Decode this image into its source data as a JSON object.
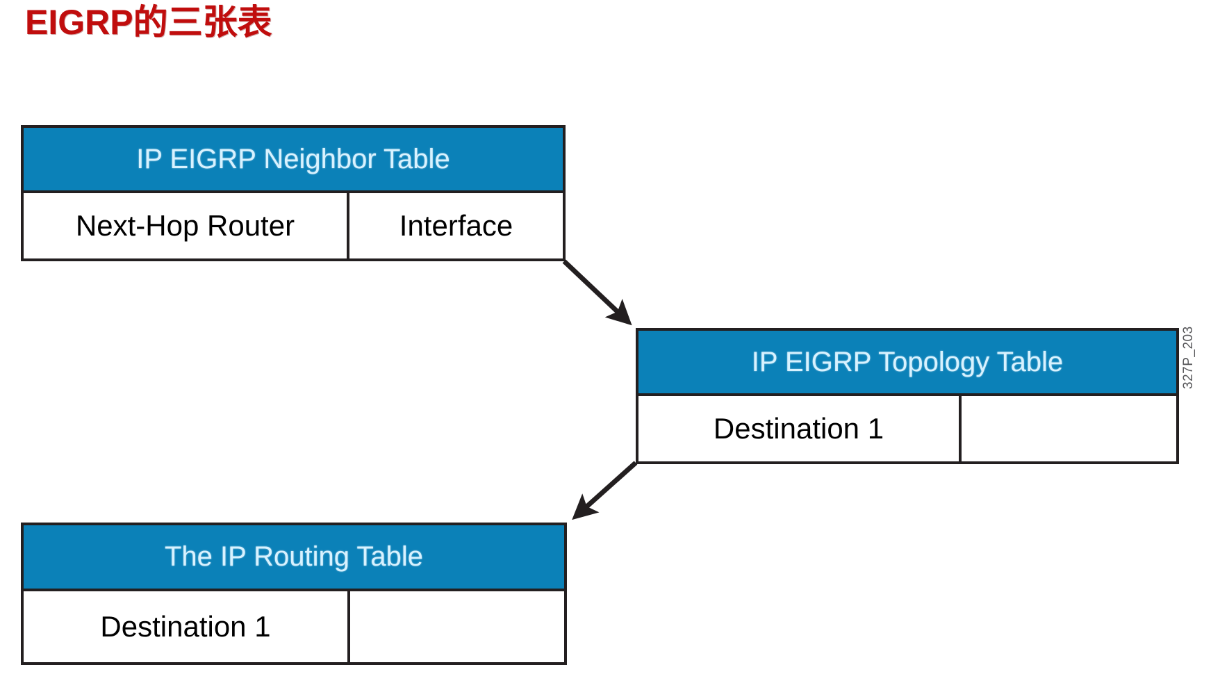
{
  "slide": {
    "title": "EIGRP的三张表",
    "title_color": "#c00d0d",
    "background": "#ffffff",
    "figure_id": "327P_203"
  },
  "theme": {
    "header_fill": "#0b81b8",
    "header_text": "#d8f2ff",
    "border": "#231f20",
    "cell_text": "#000000",
    "arrow": "#231f20"
  },
  "tables": {
    "neighbor": {
      "header": "IP EIGRP Neighbor Table",
      "cells": [
        "Next-Hop Router",
        "Interface"
      ]
    },
    "topology": {
      "header": "IP EIGRP Topology Table",
      "cells": [
        "Destination 1",
        ""
      ]
    },
    "routing": {
      "header": "The IP Routing Table",
      "cells": [
        "Destination 1",
        ""
      ]
    }
  },
  "connectors": [
    {
      "name": "neighbor-to-topology",
      "from": "neighbor-table",
      "to": "topology-table"
    },
    {
      "name": "topology-to-routing",
      "from": "topology-table",
      "to": "routing-table"
    }
  ]
}
